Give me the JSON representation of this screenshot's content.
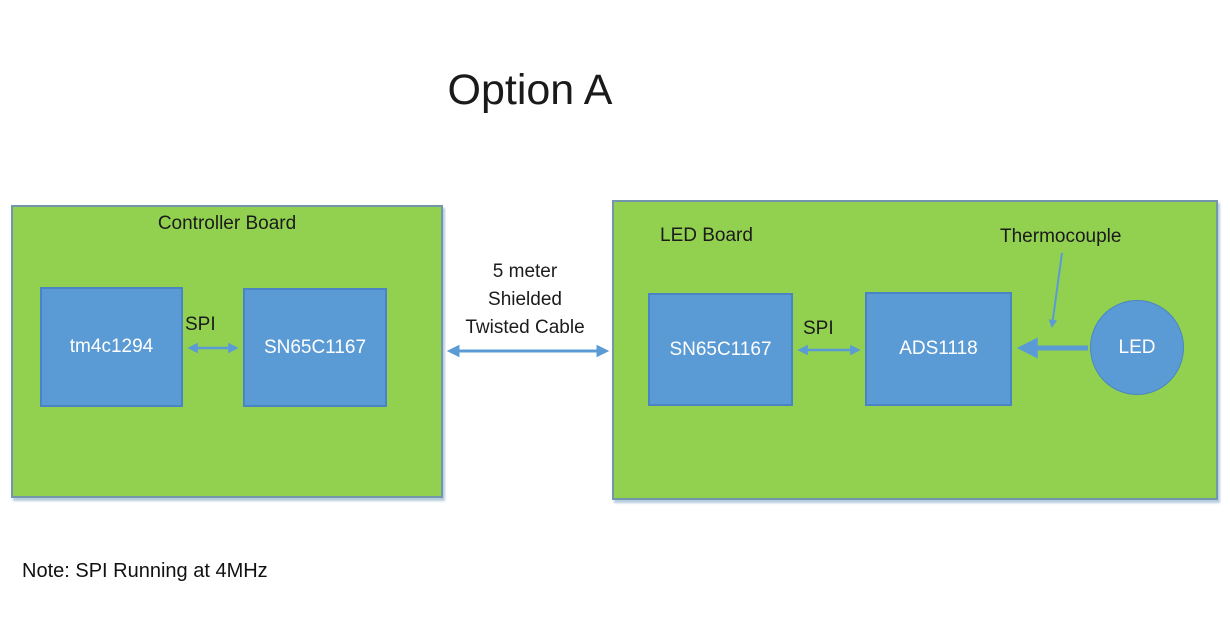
{
  "title": "Option A",
  "note": "Note: SPI Running at 4MHz",
  "colors": {
    "board_green": "#92D050",
    "chip_blue": "#5B9BD5",
    "arrow_blue": "#5B9BD5",
    "text_black": "#1b1b1b",
    "chip_text_white": "#ffffff"
  },
  "controller_board": {
    "label": "Controller Board",
    "chips": [
      {
        "label": "tm4c1294"
      },
      {
        "label": "SN65C1167"
      }
    ],
    "bus_label": "SPI"
  },
  "cable": {
    "lines": [
      "5 meter",
      "Shielded",
      "Twisted Cable"
    ]
  },
  "led_board": {
    "label": "LED Board",
    "chips": [
      {
        "label": "SN65C1167"
      },
      {
        "label": "ADS1118"
      }
    ],
    "bus_label": "SPI",
    "led_label": "LED",
    "thermocouple_label": "Thermocouple"
  }
}
